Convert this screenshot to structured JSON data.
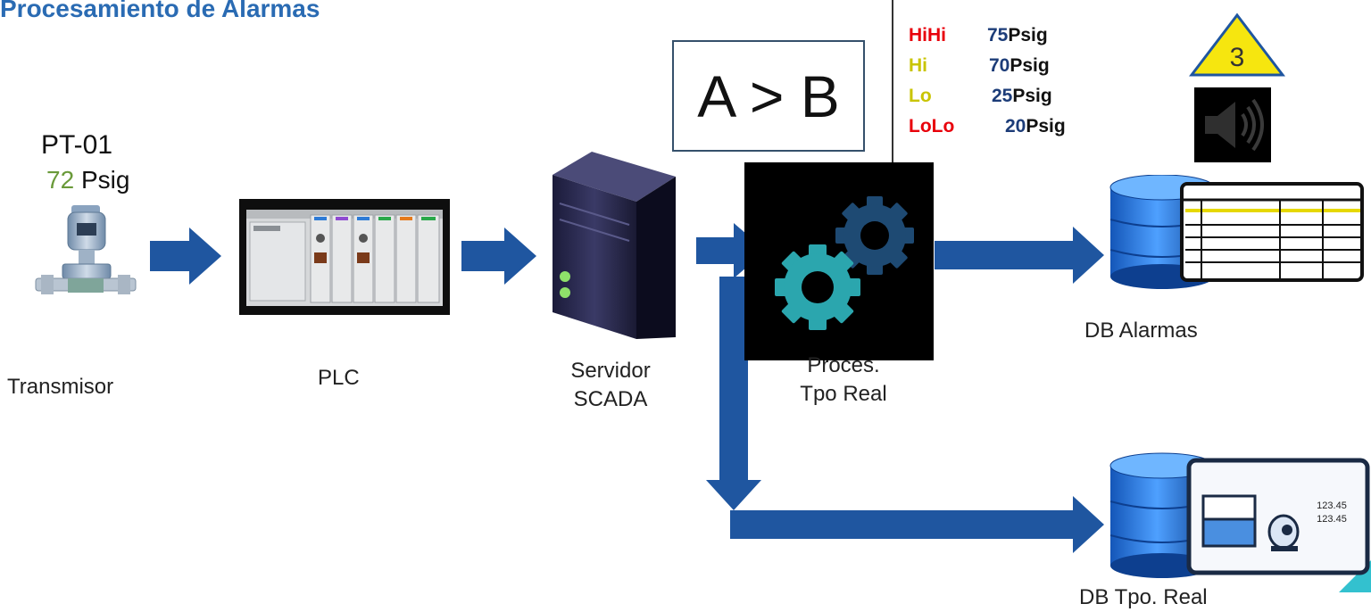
{
  "header": {
    "title": "Procesamiento de Alarmas"
  },
  "transmitter": {
    "tag": "PT-01",
    "value": "72",
    "unit": "Psig",
    "label": "Transmisor"
  },
  "plc": {
    "label": "PLC"
  },
  "scada": {
    "label_line1": "Servidor",
    "label_line2": "SCADA"
  },
  "processor": {
    "label_line1": "Proces.",
    "label_line2": "Tpo Real"
  },
  "comparison": {
    "expression": "A > B"
  },
  "alarm_limits": [
    {
      "name": "HiHi",
      "value": "75",
      "unit": "Psig",
      "color": "#e8000b"
    },
    {
      "name": "Hi",
      "value": "70",
      "unit": "Psig",
      "color": "#c9c400"
    },
    {
      "name": "Lo",
      "value": "25",
      "unit": "Psig",
      "color": "#c9c400"
    },
    {
      "name": "LoLo",
      "value": "20",
      "unit": "Psig",
      "color": "#e8000b"
    }
  ],
  "alarm_indicator": {
    "count": "3",
    "icons": [
      "warning-triangle-icon",
      "speaker-icon"
    ]
  },
  "db_alarms": {
    "label": "DB Alarmas"
  },
  "db_realtime": {
    "label": "DB Tpo. Real",
    "readouts": [
      "123.45",
      "123.45"
    ]
  },
  "colors": {
    "title": "#2a6bb3",
    "arrow": "#1f56a0",
    "gear_teal": "#2ba6ae",
    "gear_navy": "#1e4a73"
  }
}
